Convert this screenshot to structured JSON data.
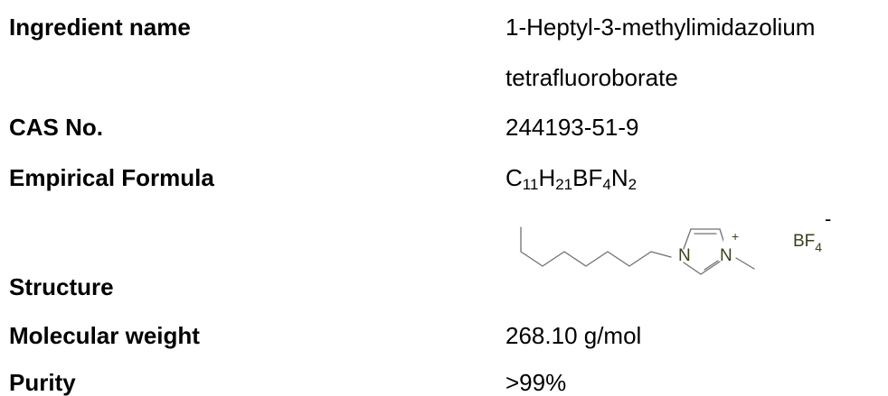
{
  "rows": {
    "ingredient": {
      "label": "Ingredient name",
      "value_line1": "1-Heptyl-3-methylimidazolium",
      "value_line2": "tetrafluoroborate"
    },
    "cas": {
      "label": "CAS No.",
      "value": "244193-51-9"
    },
    "formula": {
      "label": "Empirical Formula",
      "parts": [
        "C",
        "11",
        "H",
        "21",
        "BF",
        "4",
        "N",
        "2"
      ]
    },
    "structure": {
      "label": "Structure",
      "atom_n1": "N",
      "atom_n3": "N",
      "charge_plus": "+",
      "anion": "BF",
      "anion_sub": "4",
      "anion_charge": "-"
    },
    "mw": {
      "label": "Molecular weight",
      "value": "268.10 g/mol"
    },
    "purity": {
      "label": "Purity",
      "value": ">99%"
    }
  },
  "colors": {
    "text": "#000000",
    "bond": "#707070",
    "atom_label": "#3d3d1f"
  }
}
